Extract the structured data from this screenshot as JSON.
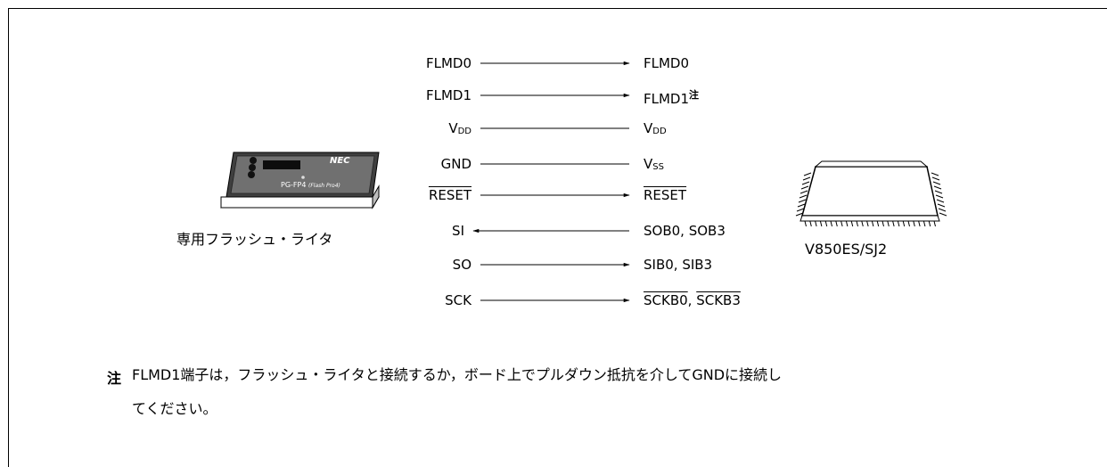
{
  "signals": [
    {
      "left": "FLMD0",
      "right": "FLMD0",
      "arrow": "right"
    },
    {
      "left": "FLMD1",
      "right": "FLMD1",
      "right_sup": "注",
      "arrow": "right"
    },
    {
      "left_main": "V",
      "left_sub": "DD",
      "right_main": "V",
      "right_sub": "DD",
      "arrow": "none"
    },
    {
      "left": "GND",
      "right_main": "V",
      "right_sub": "SS",
      "arrow": "none"
    },
    {
      "left": "RESET",
      "right": "RESET",
      "arrow": "right"
    },
    {
      "left": "SI",
      "right": "SOB0, SOB3",
      "arrow": "left"
    },
    {
      "left": "SO",
      "right": "SIB0, SIB3",
      "arrow": "right"
    },
    {
      "left": "SCK",
      "right_a": "SCKB0",
      "right_b": "SCKB3",
      "right_sep": ", ",
      "arrow": "right"
    }
  ],
  "writer": {
    "brand": "NEC",
    "model": "PG-FP4",
    "model_sub": "(Flash Pro4)",
    "caption": "専用フラッシュ・ライタ"
  },
  "chip": {
    "caption": "V850ES/SJ2"
  },
  "note": {
    "mark": "注",
    "line1": "FLMD1端子は，フラッシュ・ライタと接続するか，ボード上でプルダウン抵抗を介してGNDに接続し",
    "line2": "てください。"
  },
  "colors": {
    "line": "#000000",
    "device_body": "#3a3a3a",
    "device_face": "#6b6b6b"
  }
}
